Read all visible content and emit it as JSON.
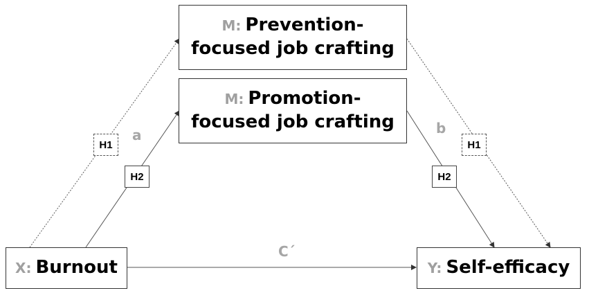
{
  "nodes": {
    "prevention": {
      "prefix": "M:",
      "line1": "Prevention-",
      "line2": "focused job crafting"
    },
    "promotion": {
      "prefix": "M:",
      "line1": "Promotion-",
      "line2": "focused job crafting"
    },
    "x": {
      "prefix": "X:",
      "label": "Burnout"
    },
    "y": {
      "prefix": "Y:",
      "label": "Self-efficacy"
    }
  },
  "hypotheses": {
    "h1_left": "H1",
    "h2_left": "H2",
    "h2_right": "H2",
    "h1_right": "H1"
  },
  "path_labels": {
    "a": "a",
    "b": "b",
    "c_prime": "C´"
  },
  "colors": {
    "prefix_gray": "#a0a0a0",
    "label_gray": "#a6a6a6",
    "line_dark": "#555555"
  }
}
